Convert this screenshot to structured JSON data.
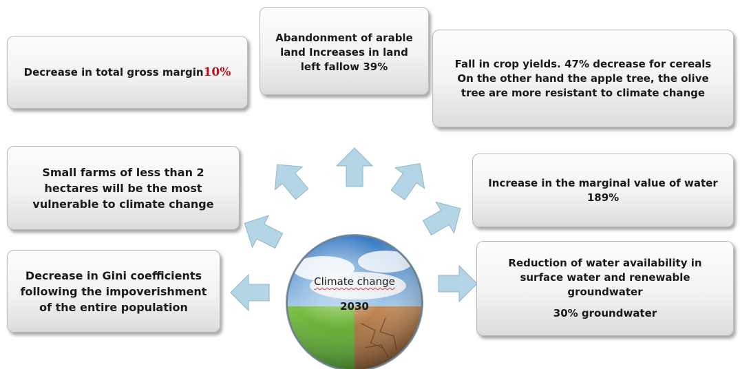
{
  "center": {
    "title": "Climate change",
    "year": "2030"
  },
  "boxes": {
    "gross_margin": {
      "text": "Decrease in total gross margin",
      "value": "10%",
      "value_color": "#c0111b"
    },
    "abandonment": {
      "line1": "Abandonment of arable",
      "line2": "land  Increases in land",
      "line3": "left fallow 39%"
    },
    "crop_yields": {
      "line1": "Fall in crop yields. 47% decrease for cereals",
      "line2": "On the other hand the apple tree, the olive",
      "line3": "tree are more resistant to climate change"
    },
    "small_farms": {
      "line1": "Small farms of less than 2",
      "line2": "hectares will be the most",
      "line3": "vulnerable to climate change"
    },
    "water_value": {
      "line1": "Increase in the marginal value of water",
      "line2": "189%"
    },
    "gini": {
      "line1": "Decrease in Gini coefficients",
      "line2": "following the impoverishment",
      "line3": "of the entire population"
    },
    "water_availability": {
      "line1": "Reduction of water availability in",
      "line2": "surface water and renewable",
      "line3": "groundwater",
      "line4": "30% groundwater"
    }
  },
  "colors": {
    "arrow_fill": "#b4d5e6",
    "sky": "#4a8fd0",
    "grass": "#4f9a2a",
    "soil": "#9a6a3a"
  }
}
